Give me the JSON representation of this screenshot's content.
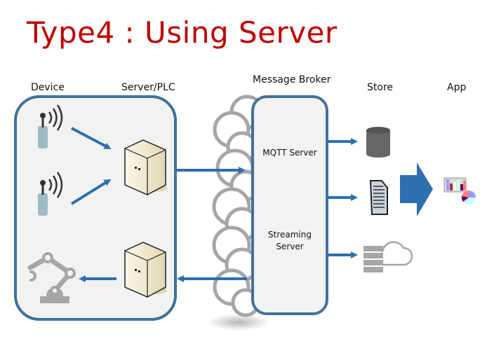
{
  "title": "Type4 : Using Server",
  "columns": {
    "device": "Device",
    "server_plc": "Server/PLC",
    "broker": "Message Broker",
    "store": "Store",
    "app": "App"
  },
  "broker": {
    "mqtt": "MQTT Server",
    "streaming_line1": "Streaming",
    "streaming_line2": "Server"
  },
  "icons": {
    "device_1": "wireless-sensor-icon",
    "device_2": "wireless-sensor-icon",
    "actuator": "robot-arm-icon",
    "server_top": "server-tower-icon",
    "server_bottom": "server-tower-icon",
    "cloud": "cloud-icon",
    "store_db": "database-icon",
    "store_doc": "document-icon",
    "store_cloud": "cloud-storage-icon",
    "app": "charts-icon"
  },
  "colors": {
    "title": "#c00000",
    "accent": "#2e6fb0",
    "box_border": "#41719c",
    "box_fill": "#f2f2f2"
  }
}
